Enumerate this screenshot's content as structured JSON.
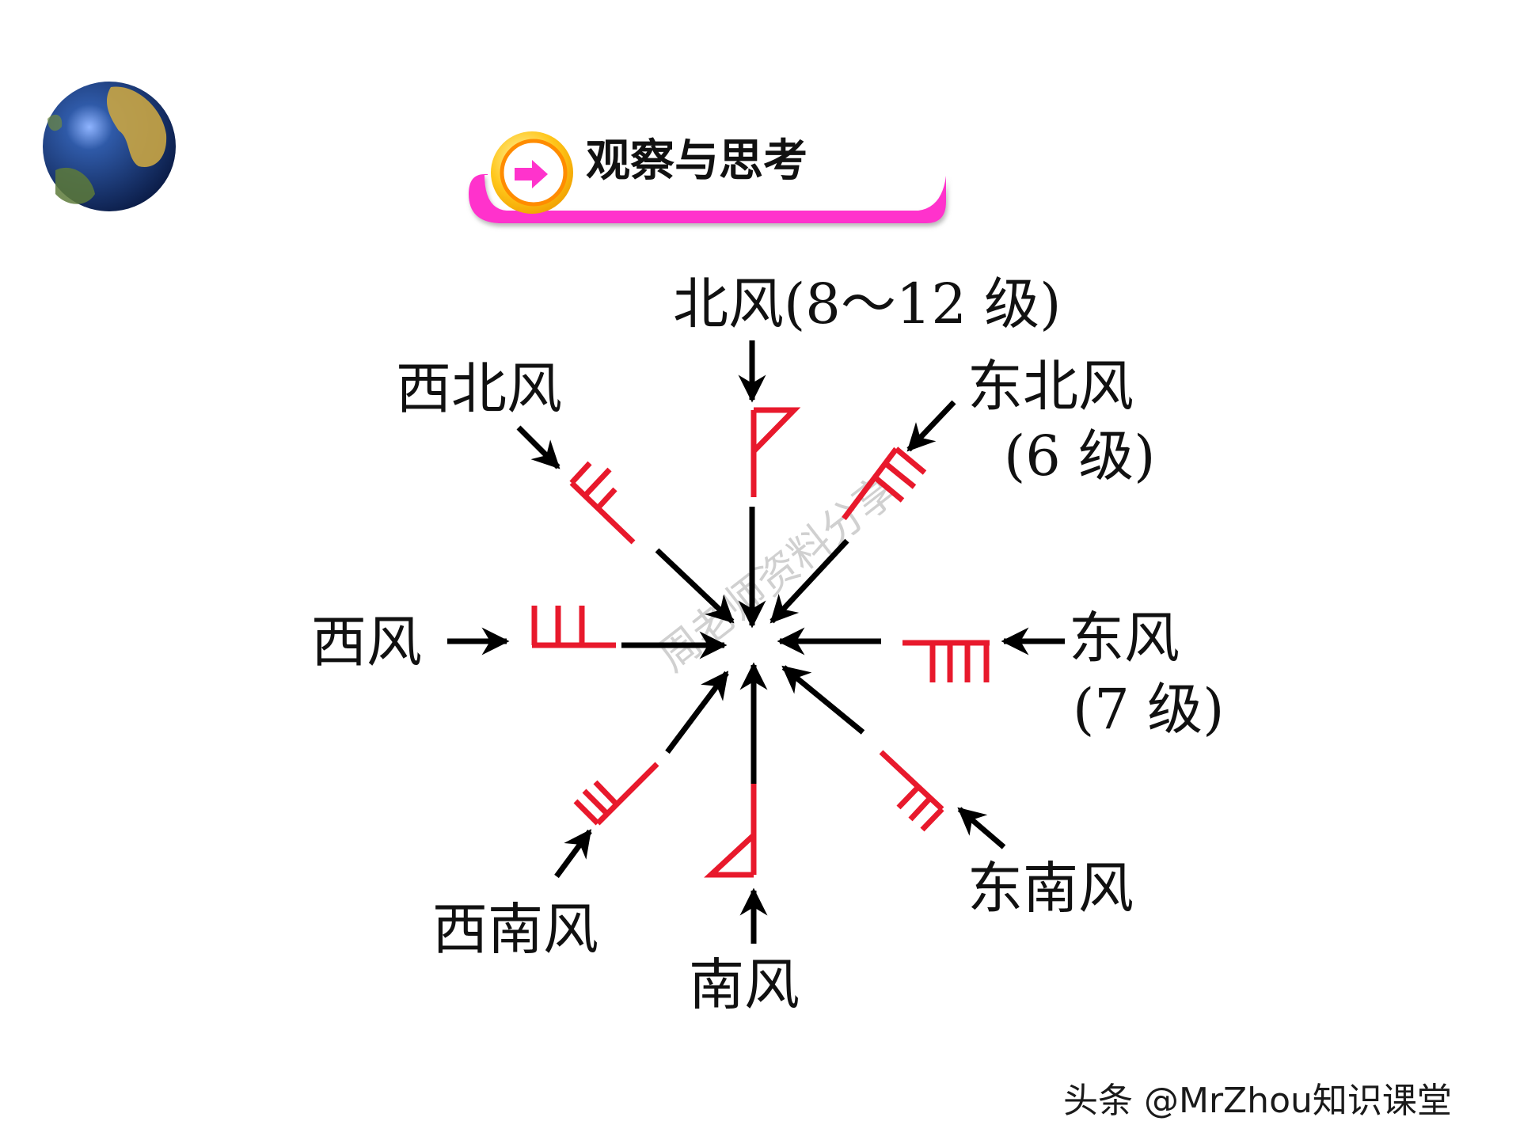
{
  "header": {
    "title": "观察与思考",
    "icon": "arrow-right-icon",
    "colors": {
      "bar": "#ff33cc",
      "ring": "#ffc21a",
      "ring_inner": "#ff8c00",
      "arrow": "#ff33cc"
    }
  },
  "globe": {
    "icon": "globe-icon"
  },
  "diagram": {
    "center_label": "",
    "barb_color": "#e8192c",
    "arrow_color": "#000000",
    "labels": {
      "north": "北风(8～12 级)",
      "northwest": "西北风",
      "northeast": "东北风",
      "northeast_level": "(6 级)",
      "west": "西风",
      "east": "东风",
      "east_level": "(7 级)",
      "southwest": "西南风",
      "south": "南风",
      "southeast": "东南风"
    }
  },
  "watermark": "周老师资料分享",
  "footer": {
    "credit": "头条 @MrZhou知识课堂"
  }
}
